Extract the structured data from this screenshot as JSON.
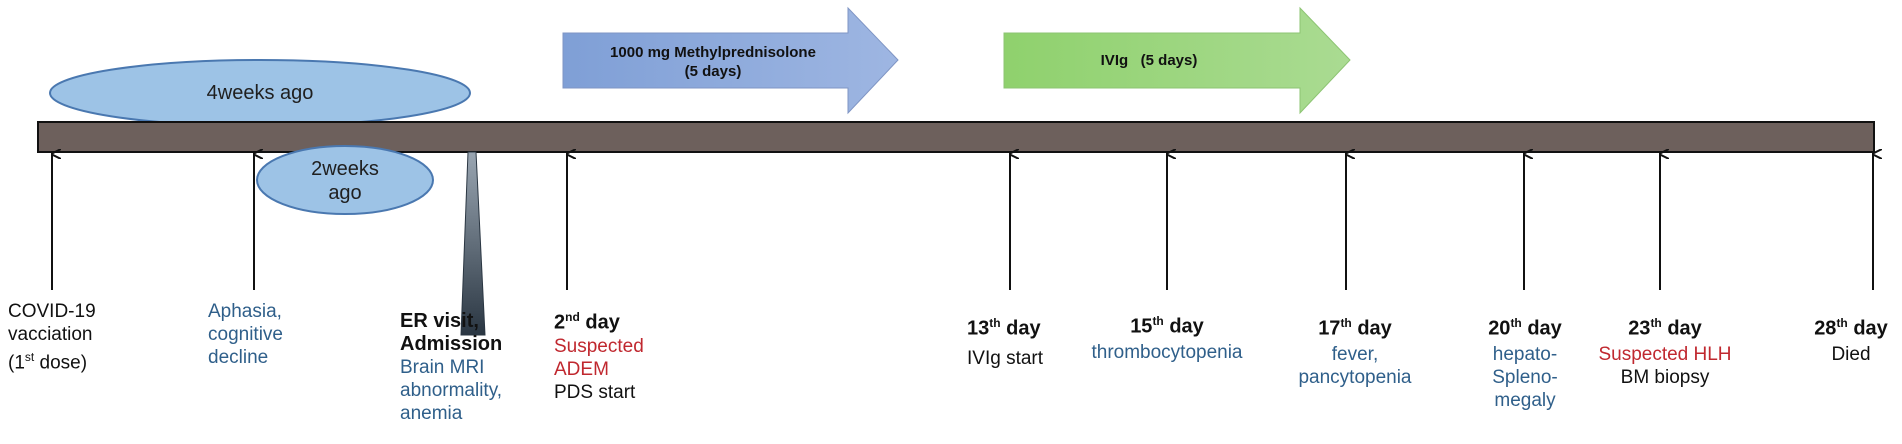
{
  "therapies": {
    "methylpred_line1": "1000 mg Methylprednisolone",
    "methylpred_line2": "(5 days)",
    "ivig": "IVIg   (5 days)"
  },
  "ellipses": {
    "four_weeks": "4weeks ago",
    "two_weeks_line1": "2weeks",
    "two_weeks_line2": "ago"
  },
  "events": {
    "vaccination": {
      "l1": "COVID-19",
      "l2": "vacciation",
      "l3_pre": "(1",
      "l3_sup": "st",
      "l3_post": " dose)"
    },
    "aphasia": {
      "l1": "Aphasia,",
      "l2": "cognitive",
      "l3": "decline"
    },
    "er": {
      "l1": "ER visit,",
      "l2": "Admission",
      "l3": "Brain MRI",
      "l4": "abnormality,",
      "l5": "anemia"
    },
    "day2": {
      "num": "2",
      "sup": "nd",
      "word": " day",
      "l2": "Suspected",
      "l3": "ADEM",
      "l4": "PDS start"
    },
    "day13": {
      "num": "13",
      "sup": "th",
      "word": " day",
      "l2": "IVIg start"
    },
    "day15": {
      "num": "15",
      "sup": "th",
      "word": " day",
      "l2": "thrombocytopenia"
    },
    "day17": {
      "num": "17",
      "sup": "th",
      "word": " day",
      "l2": "fever,",
      "l3": "pancytopenia"
    },
    "day20": {
      "num": "20",
      "sup": "th",
      "word": " day",
      "l2": "hepato-",
      "l3": "Spleno-",
      "l4": "megaly"
    },
    "day23": {
      "num": "23",
      "sup": "th",
      "word": " day",
      "l2": "Suspected HLH",
      "l3": "BM biopsy"
    },
    "day28": {
      "num": "28",
      "sup": "th",
      "word": " day",
      "l2": "Died"
    }
  },
  "colors": {
    "bar": "#6d605c",
    "methylpred_arrow": "#8fa8d8",
    "ivig_arrow": "#9ad27e",
    "ellipse": "#9dc3e6",
    "blue_text": "#2f5f8a",
    "red_text": "#c0282f"
  }
}
